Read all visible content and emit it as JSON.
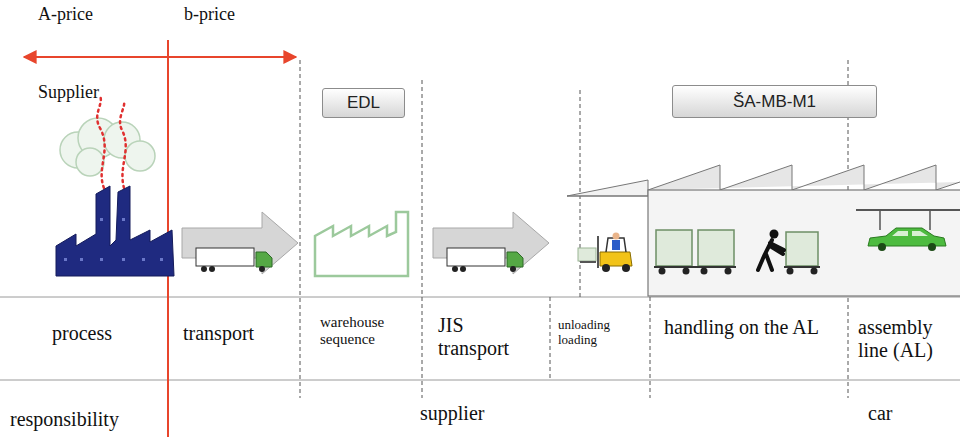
{
  "diagram": {
    "nodes": [
      {
        "text": [
          "EDL"
        ]
      },
      {
        "text": [
          "ŠA-MB-M1"
        ]
      }
    ],
    "labels": [
      "A-price",
      "b-price",
      "Supplier",
      "process",
      "transport",
      "warehouse sequence",
      "JIS transport",
      "unloading loading",
      "handling on the AL",
      "assembly line (AL)",
      "responsibility",
      "supplier",
      "car"
    ]
  }
}
